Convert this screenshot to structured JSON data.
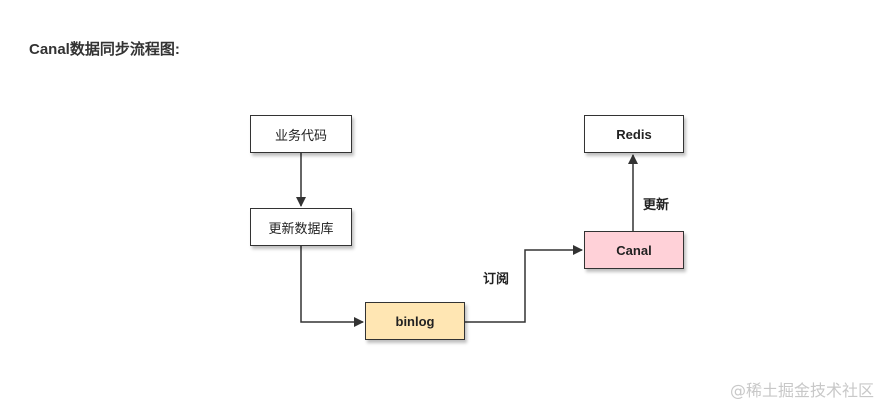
{
  "title": "Canal数据同步流程图:",
  "nodes": {
    "business_code": {
      "label": "业务代码"
    },
    "update_db": {
      "label": "更新数据库"
    },
    "binlog": {
      "label": "binlog",
      "fill": "#ffe6b3"
    },
    "canal": {
      "label": "Canal",
      "fill": "#ffd1d8"
    },
    "redis": {
      "label": "Redis"
    }
  },
  "edges": {
    "subscribe_label": "订阅",
    "update_label": "更新"
  },
  "watermark": "@稀土掘金技术社区",
  "colors": {
    "line": "#333333",
    "binlog_fill": "#ffe6b3",
    "canal_fill": "#ffd1d8"
  }
}
